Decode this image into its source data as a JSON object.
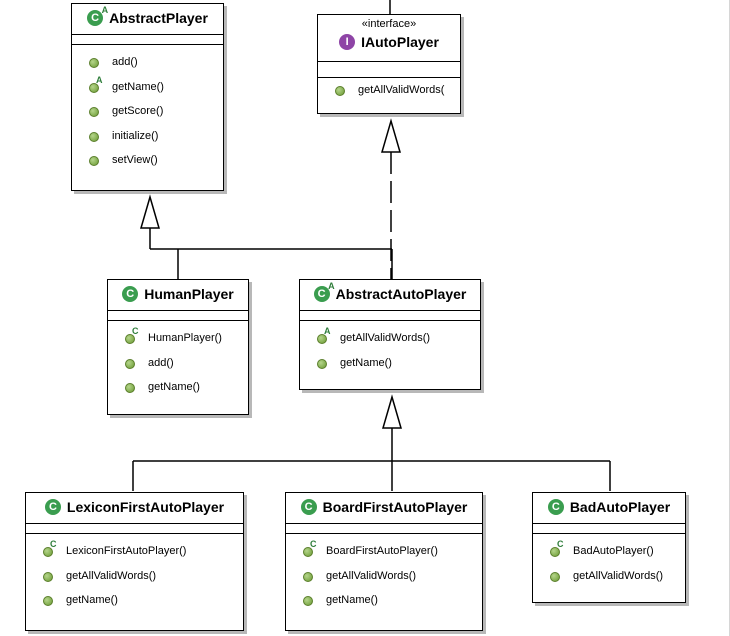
{
  "classes": {
    "abstract_player": {
      "name": "AbstractPlayer",
      "icon_letter": "C",
      "icon_superscript": "A",
      "methods": [
        "add()",
        "getName()",
        "getScore()",
        "initialize()",
        "setView()"
      ]
    },
    "iauto_player": {
      "stereotype": "«interface»",
      "name": "IAutoPlayer",
      "icon_letter": "I",
      "methods": [
        "getAllValidWords("
      ]
    },
    "human_player": {
      "name": "HumanPlayer",
      "icon_letter": "C",
      "methods": [
        "HumanPlayer()",
        "add()",
        "getName()"
      ]
    },
    "abstract_auto_player": {
      "name": "AbstractAutoPlayer",
      "icon_letter": "C",
      "icon_superscript": "A",
      "methods": [
        "getAllValidWords()",
        "getName()"
      ]
    },
    "lexicon_first_auto_player": {
      "name": "LexiconFirstAutoPlayer",
      "icon_letter": "C",
      "methods": [
        "LexiconFirstAutoPlayer()",
        "getAllValidWords()",
        "getName()"
      ]
    },
    "board_first_auto_player": {
      "name": "BoardFirstAutoPlayer",
      "icon_letter": "C",
      "methods": [
        "BoardFirstAutoPlayer()",
        "getAllValidWords()",
        "getName()"
      ]
    },
    "bad_auto_player": {
      "name": "BadAutoPlayer",
      "icon_letter": "C",
      "methods": [
        "BadAutoPlayer()",
        "getAllValidWords()"
      ]
    }
  },
  "method_markers": {
    "abstract_player": [
      "",
      "A",
      "",
      "",
      ""
    ],
    "human_player": [
      "C",
      "",
      ""
    ],
    "abstract_auto_player": [
      "A",
      ""
    ],
    "lexicon_first_auto_player": [
      "C",
      "",
      ""
    ],
    "board_first_auto_player": [
      "C",
      "",
      ""
    ],
    "bad_auto_player": [
      "C",
      ""
    ],
    "iauto_player": [
      ""
    ]
  },
  "colors": {
    "class_icon": "#3a9d4f",
    "interface_icon": "#8e44a6",
    "method_dot": "#7fae45"
  }
}
